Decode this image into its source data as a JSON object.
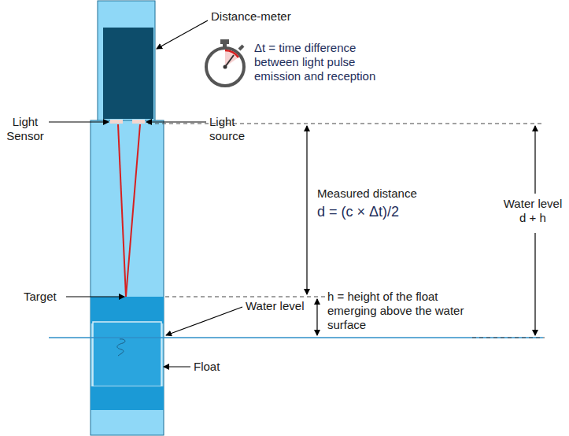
{
  "diagram": {
    "labels": [
      "Distance-meter",
      "Δt = time difference between light pulse emission and reception",
      "Light Sensor",
      "Light source",
      "Measured distance",
      "d = (c × Δt)/2",
      "Water level d + h",
      "Target",
      "Water level",
      "h = height of the float emerging above the water surface",
      "Float"
    ]
  }
}
